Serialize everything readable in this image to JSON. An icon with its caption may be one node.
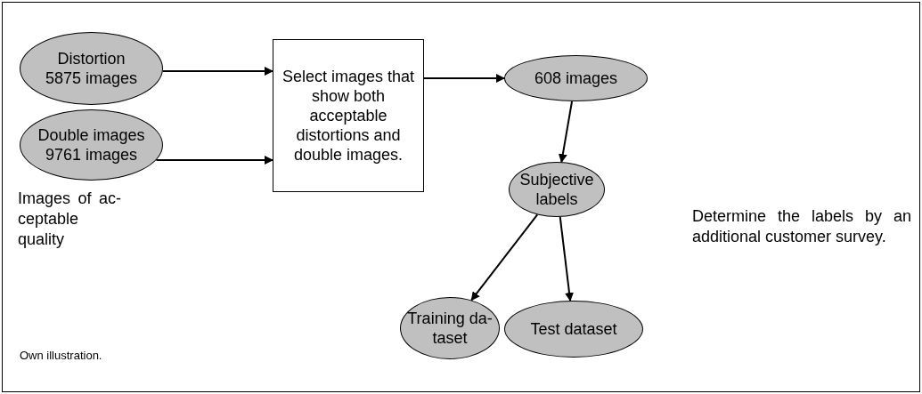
{
  "diagram": {
    "caption": "Own illustration.",
    "nodes": [
      {
        "text": [
          "Distortion 5875 images"
        ]
      },
      {
        "text": [
          "Double images 9761 images"
        ]
      },
      {
        "text": [
          "Select images that show both acceptable distortions and double images."
        ]
      },
      {
        "text": [
          "608 images"
        ]
      },
      {
        "text": [
          "Subjective labels"
        ]
      },
      {
        "text": [
          "Training da- taset"
        ]
      },
      {
        "text": [
          "Test dataset"
        ]
      }
    ],
    "edges": [
      {
        "from": 0,
        "to": 2,
        "arrow": "to"
      },
      {
        "from": 1,
        "to": 2,
        "arrow": "to"
      },
      {
        "from": 2,
        "to": 3,
        "arrow": "to"
      },
      {
        "from": 3,
        "to": 4,
        "arrow": "to"
      },
      {
        "from": 4,
        "to": 5,
        "arrow": "to"
      },
      {
        "from": 4,
        "to": 6,
        "arrow": "to"
      }
    ],
    "labels": [
      "Determine the labels by an additional customer survey.",
      "Images of ac- ceptable quality"
    ]
  }
}
